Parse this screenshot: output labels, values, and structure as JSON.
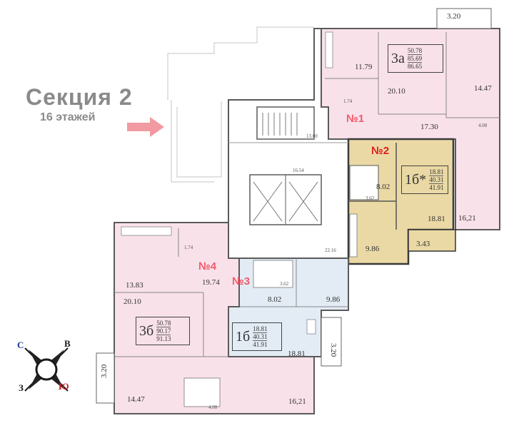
{
  "section": {
    "title": "Секция 2",
    "subtitle": "16 этажей"
  },
  "apartments": {
    "a1": {
      "label": "№1",
      "type": "3а",
      "values": [
        "50.78",
        "85.69",
        "86.65"
      ]
    },
    "a2": {
      "label": "№2",
      "type": "1б*",
      "values": [
        "18.81",
        "40.31",
        "41.91"
      ]
    },
    "a3": {
      "label": "№3",
      "type": "1б",
      "values": [
        "18.81",
        "40.31",
        "41.91"
      ]
    },
    "a4": {
      "label": "№4",
      "type": "3б",
      "values": [
        "50.78",
        "90.17",
        "91.13"
      ]
    }
  },
  "room_areas": {
    "balcony_top": "3.20",
    "a1_kitchen": "11.79",
    "a1_bath": "1.74",
    "a1_room": "20.10",
    "a1_room_right": "14.47",
    "a1_bath_right": "4.08",
    "a1_hall": "17.30",
    "a1_room_bottom": "16,21",
    "corridor_top": "13.00",
    "elevator_hall": "16.54",
    "a2_kitchen": "8.02",
    "a2_bath": "3.62",
    "a2_room": "18.81",
    "a2_hall": "9.86",
    "a2_balcony": "3.43",
    "floor_hall": "22.16",
    "a3_bath": "3.62",
    "a3_kitchen": "8.02",
    "a3_hall": "9.86",
    "a3_room": "18.81",
    "a3_balcony": "3.20",
    "a4_bath": "1.74",
    "a4_kitchen": "13.83",
    "a4_hall": "19.74",
    "a4_room": "20.10",
    "a4_room_bottom": "14.47",
    "a4_bath_bottom": "4.08",
    "a4_room_right": "16,21",
    "a4_balcony": "3.20"
  },
  "compass": {
    "north": "С",
    "east": "В",
    "south": "Ю",
    "west": "З"
  },
  "colors": {
    "a1": "#f9e1ea",
    "a2": "#ead9a5",
    "a3": "#e3ecf5",
    "a4": "#f9e1ea",
    "arrow": "#f19aa2",
    "wall": "#5a5a5a",
    "outline": "#b9b9b9"
  }
}
